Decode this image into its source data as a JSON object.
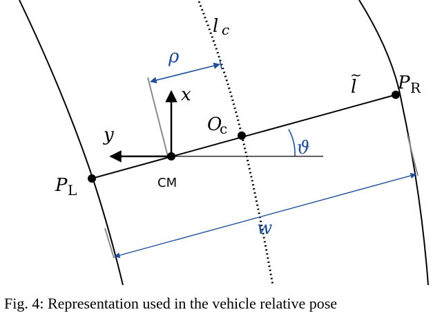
{
  "labels": {
    "lc": "l",
    "lc_sub": "c",
    "rho": "ρ",
    "x": "x",
    "y": "y",
    "l_tilde": "l",
    "l_tilde_mark": "~",
    "pr": "P",
    "pr_sub": "R",
    "pl": "P",
    "pl_sub": "L",
    "oc": "O",
    "oc_sub": "c",
    "theta": "ϑ",
    "cm": "CM",
    "w": "w"
  },
  "caption": "Fig. 4: Representation used in the vehicle relative pose",
  "colors": {
    "blue": "#1f4e99",
    "black": "#000000",
    "gray": "#8a8a8a"
  }
}
